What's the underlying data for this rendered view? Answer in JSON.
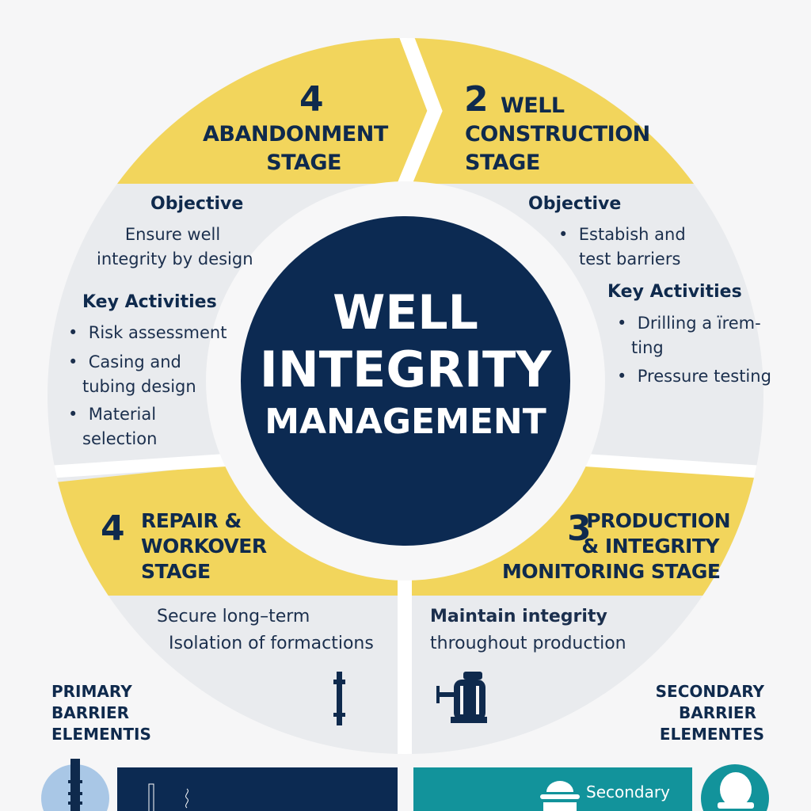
{
  "title": [
    "WELL",
    "INTEGRITY",
    "MANAGEMENT"
  ],
  "colors": {
    "navy": "#0f2a4d",
    "yellow": "#f2d55c",
    "ring": "#e9ebee",
    "teal": "#12939b",
    "light_blue": "#a9c7e6"
  },
  "stages": {
    "top_left": {
      "number": "4",
      "title": [
        "ABANDONMENT",
        "STAGE"
      ],
      "objective_label": "Objective",
      "objective": [
        "Ensure well",
        "integrity by design"
      ],
      "activities_label": "Key Activities",
      "activities": [
        [
          "Risk assessment"
        ],
        [
          "Casing and",
          "tubing design"
        ],
        [
          "Material",
          "selection"
        ]
      ]
    },
    "top_right": {
      "number": "2",
      "title": [
        "WELL",
        "CONSTRUCTION",
        "STAGE"
      ],
      "objective_label": "Objective",
      "objective": [
        "Estabish and",
        "test barriers"
      ],
      "activities_label": "Key Activities",
      "activities": [
        [
          "Drilling a ïrem-",
          "ting"
        ],
        [
          "Pressure testing"
        ]
      ]
    },
    "bottom_left": {
      "number": "4",
      "title": [
        "REPAIR &",
        "WORKOVER",
        "STAGE"
      ],
      "text": [
        "Secure long–term",
        "Isolation of formactions"
      ]
    },
    "bottom_right": {
      "number": "3",
      "title": [
        "PRODUCTION",
        "& INTEGRITY",
        "MONITORING STAGE"
      ],
      "text": [
        "Maintain integrity",
        "throughout production"
      ]
    }
  },
  "primary_label": [
    "PRIMARY",
    "BARRIER",
    "ELEMENTIS"
  ],
  "secondary_label": [
    "SECONDARY",
    "BARRIER",
    "ELEMENTES"
  ],
  "secondary_card": "Secondary",
  "icons": {
    "tubing": "tubing-icon",
    "wellhead": "wellhead-valve-icon",
    "packer": "packer-icon",
    "bell": "seal-icon"
  }
}
